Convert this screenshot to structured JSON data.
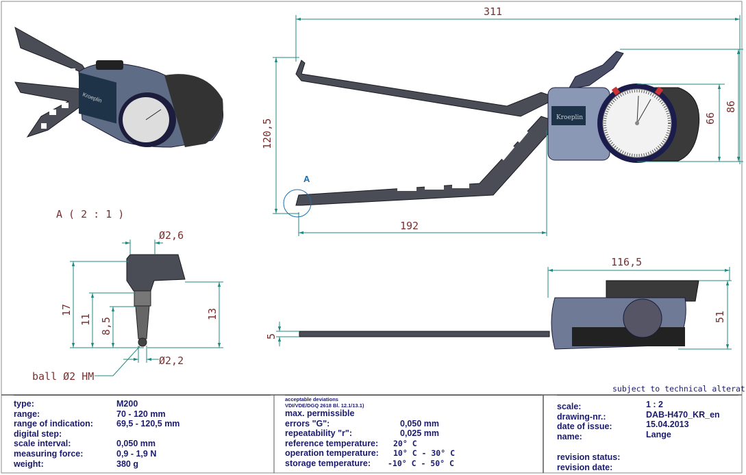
{
  "drawing": {
    "detail_label": "A ( 2 : 1 )",
    "detail_marker": "A",
    "brand": "Kroeplin",
    "notice": "subject to technical alterations",
    "dimensions": {
      "overall_length": "311",
      "height": "120,5",
      "arm_length": "192",
      "dial_diameter": "66",
      "body_height": "86",
      "body_length": "116,5",
      "body_thickness": "51",
      "arm_thickness": "5",
      "tip_diameter_top": "Ø2,6",
      "tip_diameter_bottom": "Ø2,2",
      "tip_17": "17",
      "tip_11": "11",
      "tip_8_5": "8,5",
      "tip_13": "13",
      "ball": "ball Ø2 HM"
    }
  },
  "specs": {
    "type_label": "type:",
    "type": "M200",
    "range_label": "range:",
    "range": "70 - 120 mm",
    "indication_label": "range of indication:",
    "indication": "69,5 - 120,5 mm",
    "digital_step_label": "digital step:",
    "scale_interval_label": "scale interval:",
    "scale_interval": "0,050 mm",
    "force_label": "measuring force:",
    "force": "0,9 - 1,9 N",
    "weight_label": "weight:",
    "weight": "380 g"
  },
  "deviations": {
    "header1": "acceptable deviations",
    "header2": "VDI/VDE/DGQ 2618 Bl. 12.1/13.1)",
    "max_label": "max. permissible",
    "errors_label": "errors \"G\":",
    "errors": "0,050 mm",
    "repeat_label": "repeatability \"r\":",
    "repeat": "0,025 mm",
    "ref_temp_label": "reference temperature:",
    "ref_temp": "20° C",
    "op_temp_label": "operation temperature:",
    "op_temp": "10° C - 30° C",
    "storage_temp_label": "storage temperature:",
    "storage_temp": "-10° C - 50° C"
  },
  "titleblock": {
    "scale_label": "scale:",
    "scale": "1 : 2",
    "drawing_nr_label": "drawing-nr.:",
    "drawing_nr": "DAB-H470_KR_en",
    "date_label": "date of issue:",
    "date": "15.04.2013",
    "name_label": "name:",
    "name": "Lange",
    "revision_status_label": "revision status:",
    "revision_date_label": "revision date:"
  }
}
